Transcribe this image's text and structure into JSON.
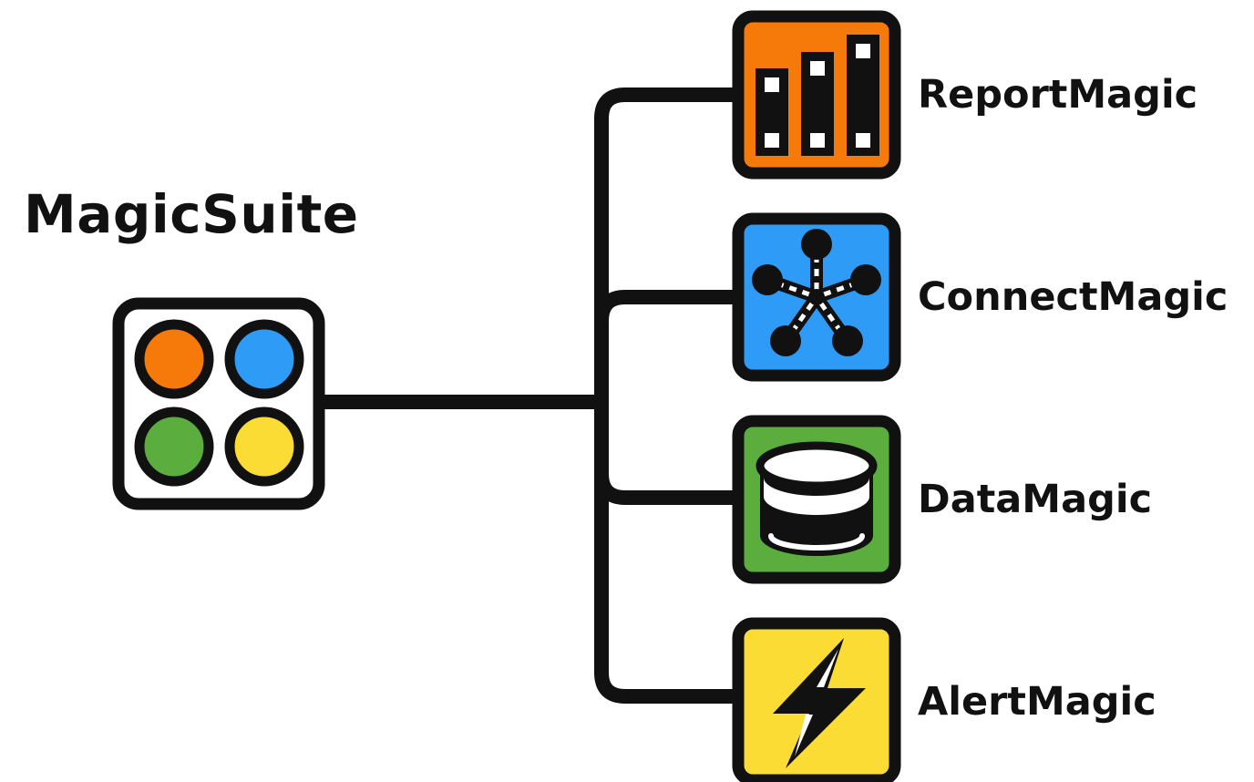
{
  "suite": {
    "title": "MagicSuite",
    "icon": "four-dots-grid-icon",
    "dot_colors": [
      "#F57A0A",
      "#2E9BF6",
      "#5BAE3E",
      "#FBDC34"
    ]
  },
  "products": [
    {
      "name": "ReportMagic",
      "icon": "bar-chart-icon",
      "color": "#F57A0A"
    },
    {
      "name": "ConnectMagic",
      "icon": "network-star-icon",
      "color": "#2E9BF6"
    },
    {
      "name": "DataMagic",
      "icon": "database-icon",
      "color": "#5BAE3E"
    },
    {
      "name": "AlertMagic",
      "icon": "lightning-bolt-icon",
      "color": "#FBDC34"
    }
  ],
  "outline_color": "#111111"
}
